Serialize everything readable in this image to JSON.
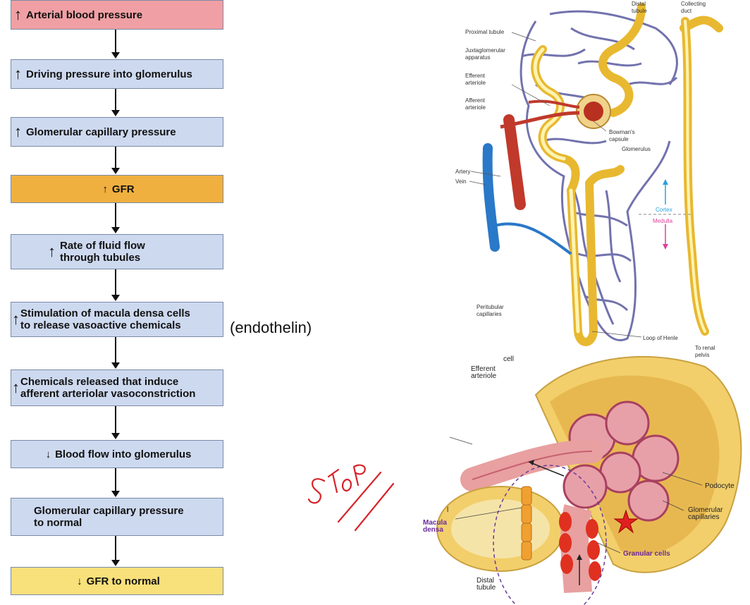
{
  "flowchart": {
    "boxes": [
      {
        "text": "Arterial blood pressure",
        "arrow": "↑",
        "color": "#f0a0a4"
      },
      {
        "text": "Driving pressure into glomerulus",
        "arrow": "↑",
        "color": "#cdd9ef"
      },
      {
        "text": "Glomerular capillary pressure",
        "arrow": "↑",
        "color": "#cdd9ef"
      },
      {
        "text": "GFR",
        "arrow": "↑",
        "color": "#f0b040"
      },
      {
        "text": "Rate of fluid flow\nthrough tubules",
        "arrow": "↑",
        "color": "#cdd9ef"
      },
      {
        "text": "Stimulation of macula densa cells\nto release vasoactive chemicals",
        "arrow": "↑",
        "color": "#cdd9ef"
      },
      {
        "text": "Chemicals released that induce\nafferent arteriolar vasoconstriction",
        "arrow": "↑",
        "color": "#cdd9ef"
      },
      {
        "text": "Blood flow into glomerulus",
        "arrow": "↓",
        "color": "#cdd9ef"
      },
      {
        "text": "Glomerular capillary pressure\nto normal",
        "arrow": "",
        "color": "#cdd9ef"
      },
      {
        "text": "GFR to normal",
        "arrow": "↓",
        "color": "#f8e07a"
      }
    ],
    "side_note": "(endothelin)"
  },
  "annotation": {
    "handwritten": "STOP",
    "color": "#d8232a"
  },
  "nephron_figure": {
    "labels": {
      "distal_tubule": "Distal\ntubule",
      "collecting_duct": "Collecting\nduct",
      "proximal_tubule": "Proximal tubule",
      "juxtaglomerular": "Juxtaglomerular\napparatus",
      "efferent": "Efferent\narteriole",
      "afferent": "Afferent\narteriole",
      "bowmans": "Bowman's\ncapsule",
      "glomerulus": "Glomerulus",
      "artery": "Artery",
      "vein": "Vein",
      "cortex": "Cortex",
      "medulla": "Medulla",
      "peritubular": "Peritubular\ncapillaries",
      "loop": "Loop of Henle",
      "renal_pelvis": "To renal\npelvis"
    }
  },
  "jga_figure": {
    "labels": {
      "efferent": "Efferent\narteriole",
      "cell_fragment": "cell",
      "podocyte": "Podocyte",
      "glomerular_capillaries": "Glomerular\ncapillaries",
      "macula_densa": "Macula\ndensa",
      "granular_cells": "Granular cells",
      "distal_tubule": "Distal\ntubule",
      "l_fragment": "l"
    }
  }
}
